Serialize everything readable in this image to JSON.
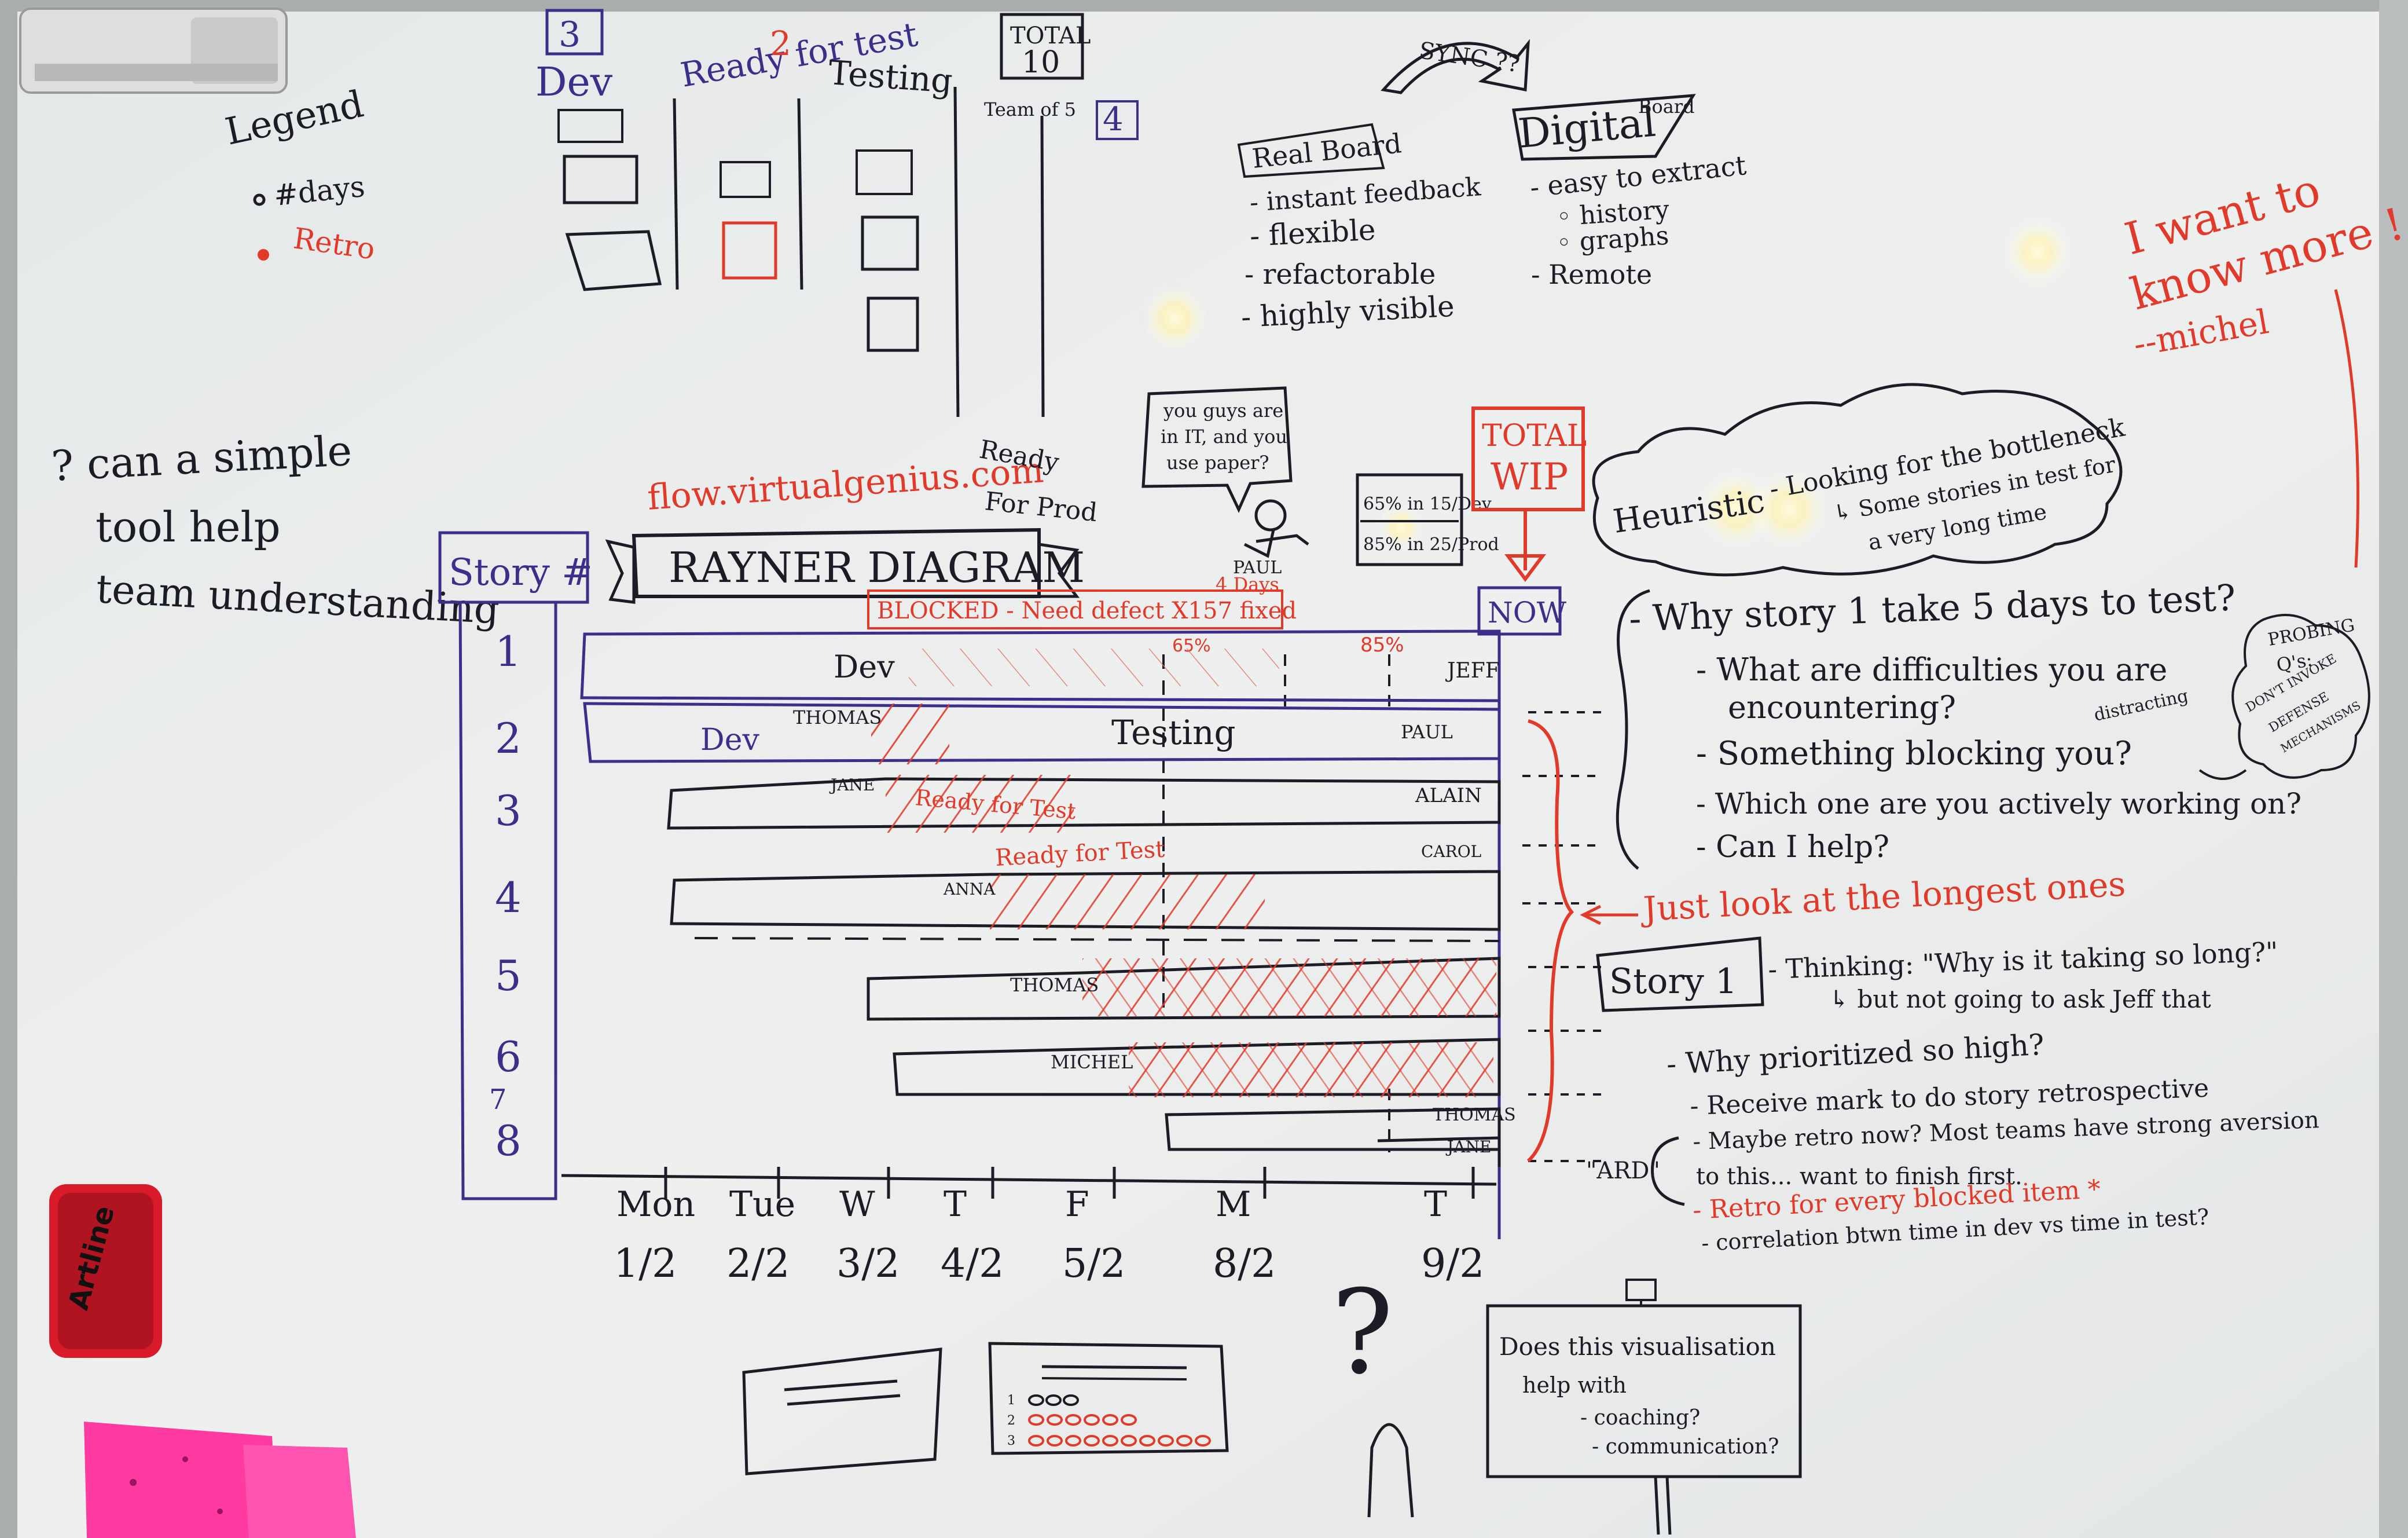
{
  "legend": {
    "title": "Legend",
    "items": [
      "#days",
      "Retro"
    ]
  },
  "board_columns": {
    "dev": {
      "label": "Dev",
      "wip": "3"
    },
    "ready_for_test": {
      "label": "Ready for test",
      "wip": "2"
    },
    "testing": {
      "label": "Testing",
      "wip": "4"
    },
    "total": {
      "label": "TOTAL",
      "value": "10",
      "note": "Team of 5"
    }
  },
  "sync": {
    "label": "SYNC ??"
  },
  "real_board": {
    "title": "Real Board",
    "items": [
      "- instant feedback",
      "- flexible",
      "- refactorable",
      "- highly visible"
    ]
  },
  "digital_board": {
    "title": "Digital",
    "subtitle": "Board",
    "items": [
      "- easy to extract",
      "◦ history",
      "◦ graphs",
      "- Remote"
    ]
  },
  "michel_note": {
    "line1": "I want to",
    "line2": "know more !",
    "sign": "--michel"
  },
  "left_question": [
    "? can a simple",
    "tool help",
    "team understanding"
  ],
  "website": "flow.virtualgenius.com",
  "speech": {
    "lines": [
      "you guys are",
      "in IT, and you",
      "use paper?"
    ],
    "person": "PAUL"
  },
  "ready_for_prod": [
    "Ready",
    "For Prod"
  ],
  "four_days": "4 Days",
  "percent_box": [
    "65% in 15/Dev",
    "85% in 25/Prod"
  ],
  "total_wip": [
    "TOTAL",
    "WIP"
  ],
  "now": "NOW",
  "diagram": {
    "title": "RAYNER DIAGRAM",
    "story_header": "Story #",
    "blocked_note": "BLOCKED - Need defect X157 fixed",
    "pct_65": "65%",
    "pct_85": "85%",
    "story_numbers": [
      "1",
      "2",
      "3",
      "4",
      "5",
      "6",
      "7",
      "8"
    ],
    "bar_labels": {
      "dev": "Dev",
      "dev2": "Dev",
      "testing": "Testing",
      "ready": "Ready for Test",
      "ready2": "Ready for Test"
    },
    "people": {
      "jeff": "JEFF",
      "thomas": "THOMAS",
      "paul": "PAUL",
      "jane": "JANE",
      "alain": "ALAIN",
      "carol": "CAROL",
      "anna": "ANNA",
      "thomas2": "THOMAS",
      "michel": "MICHEL",
      "thomas3": "THOMAS",
      "jane2": "JANE"
    },
    "days": [
      "Mon",
      "Tue",
      "W",
      "T",
      "F",
      "M",
      "T"
    ],
    "dates": [
      "1/2",
      "2/2",
      "3/2",
      "4/2",
      "5/2",
      "8/2",
      "9/2"
    ]
  },
  "heuristic": {
    "title": "Heuristic",
    "lines": [
      "- Looking for the bottleneck",
      "↳ Some stories in test for",
      "a very long time"
    ]
  },
  "questions": {
    "main": "- Why story 1 take 5 days to test?",
    "items": [
      "- What are difficulties you are",
      "encountering?",
      "- Something blocking you?",
      "- Which one are you actively working on?",
      "- Can I help?"
    ],
    "distracting": "distracting",
    "probing": [
      "PROBING",
      "Q's:",
      "DON'T INVOKE",
      "DEFENSE",
      "MECHANISMS"
    ]
  },
  "just_look": "Just look at the longest ones",
  "story1_box": "Story 1",
  "thinking": [
    "- Thinking: \"Why is it taking so long?\"",
    "↳ but not going to ask Jeff that"
  ],
  "retro_list": [
    "- Why prioritized so high?",
    "- Receive mark to do story retrospective",
    "- Maybe retro now? Most teams have strong aversion",
    "to this... want to finish first.",
    "- Retro for every blocked item *",
    "- correlation btwn time in dev vs time in test?"
  ],
  "ard": "\"ARD\"",
  "sign_text": [
    "Does this visualisation",
    "help with",
    "- coaching?",
    "- communication?"
  ],
  "eraser_brand": "Artline",
  "colors": {
    "board": "#e9ecec",
    "black_ink": "#1c1c26",
    "red_ink": "#e23a2a",
    "blue_ink": "#3b2f8a",
    "sticky": "#ff3aa0",
    "eraser": "#d81a2a"
  }
}
